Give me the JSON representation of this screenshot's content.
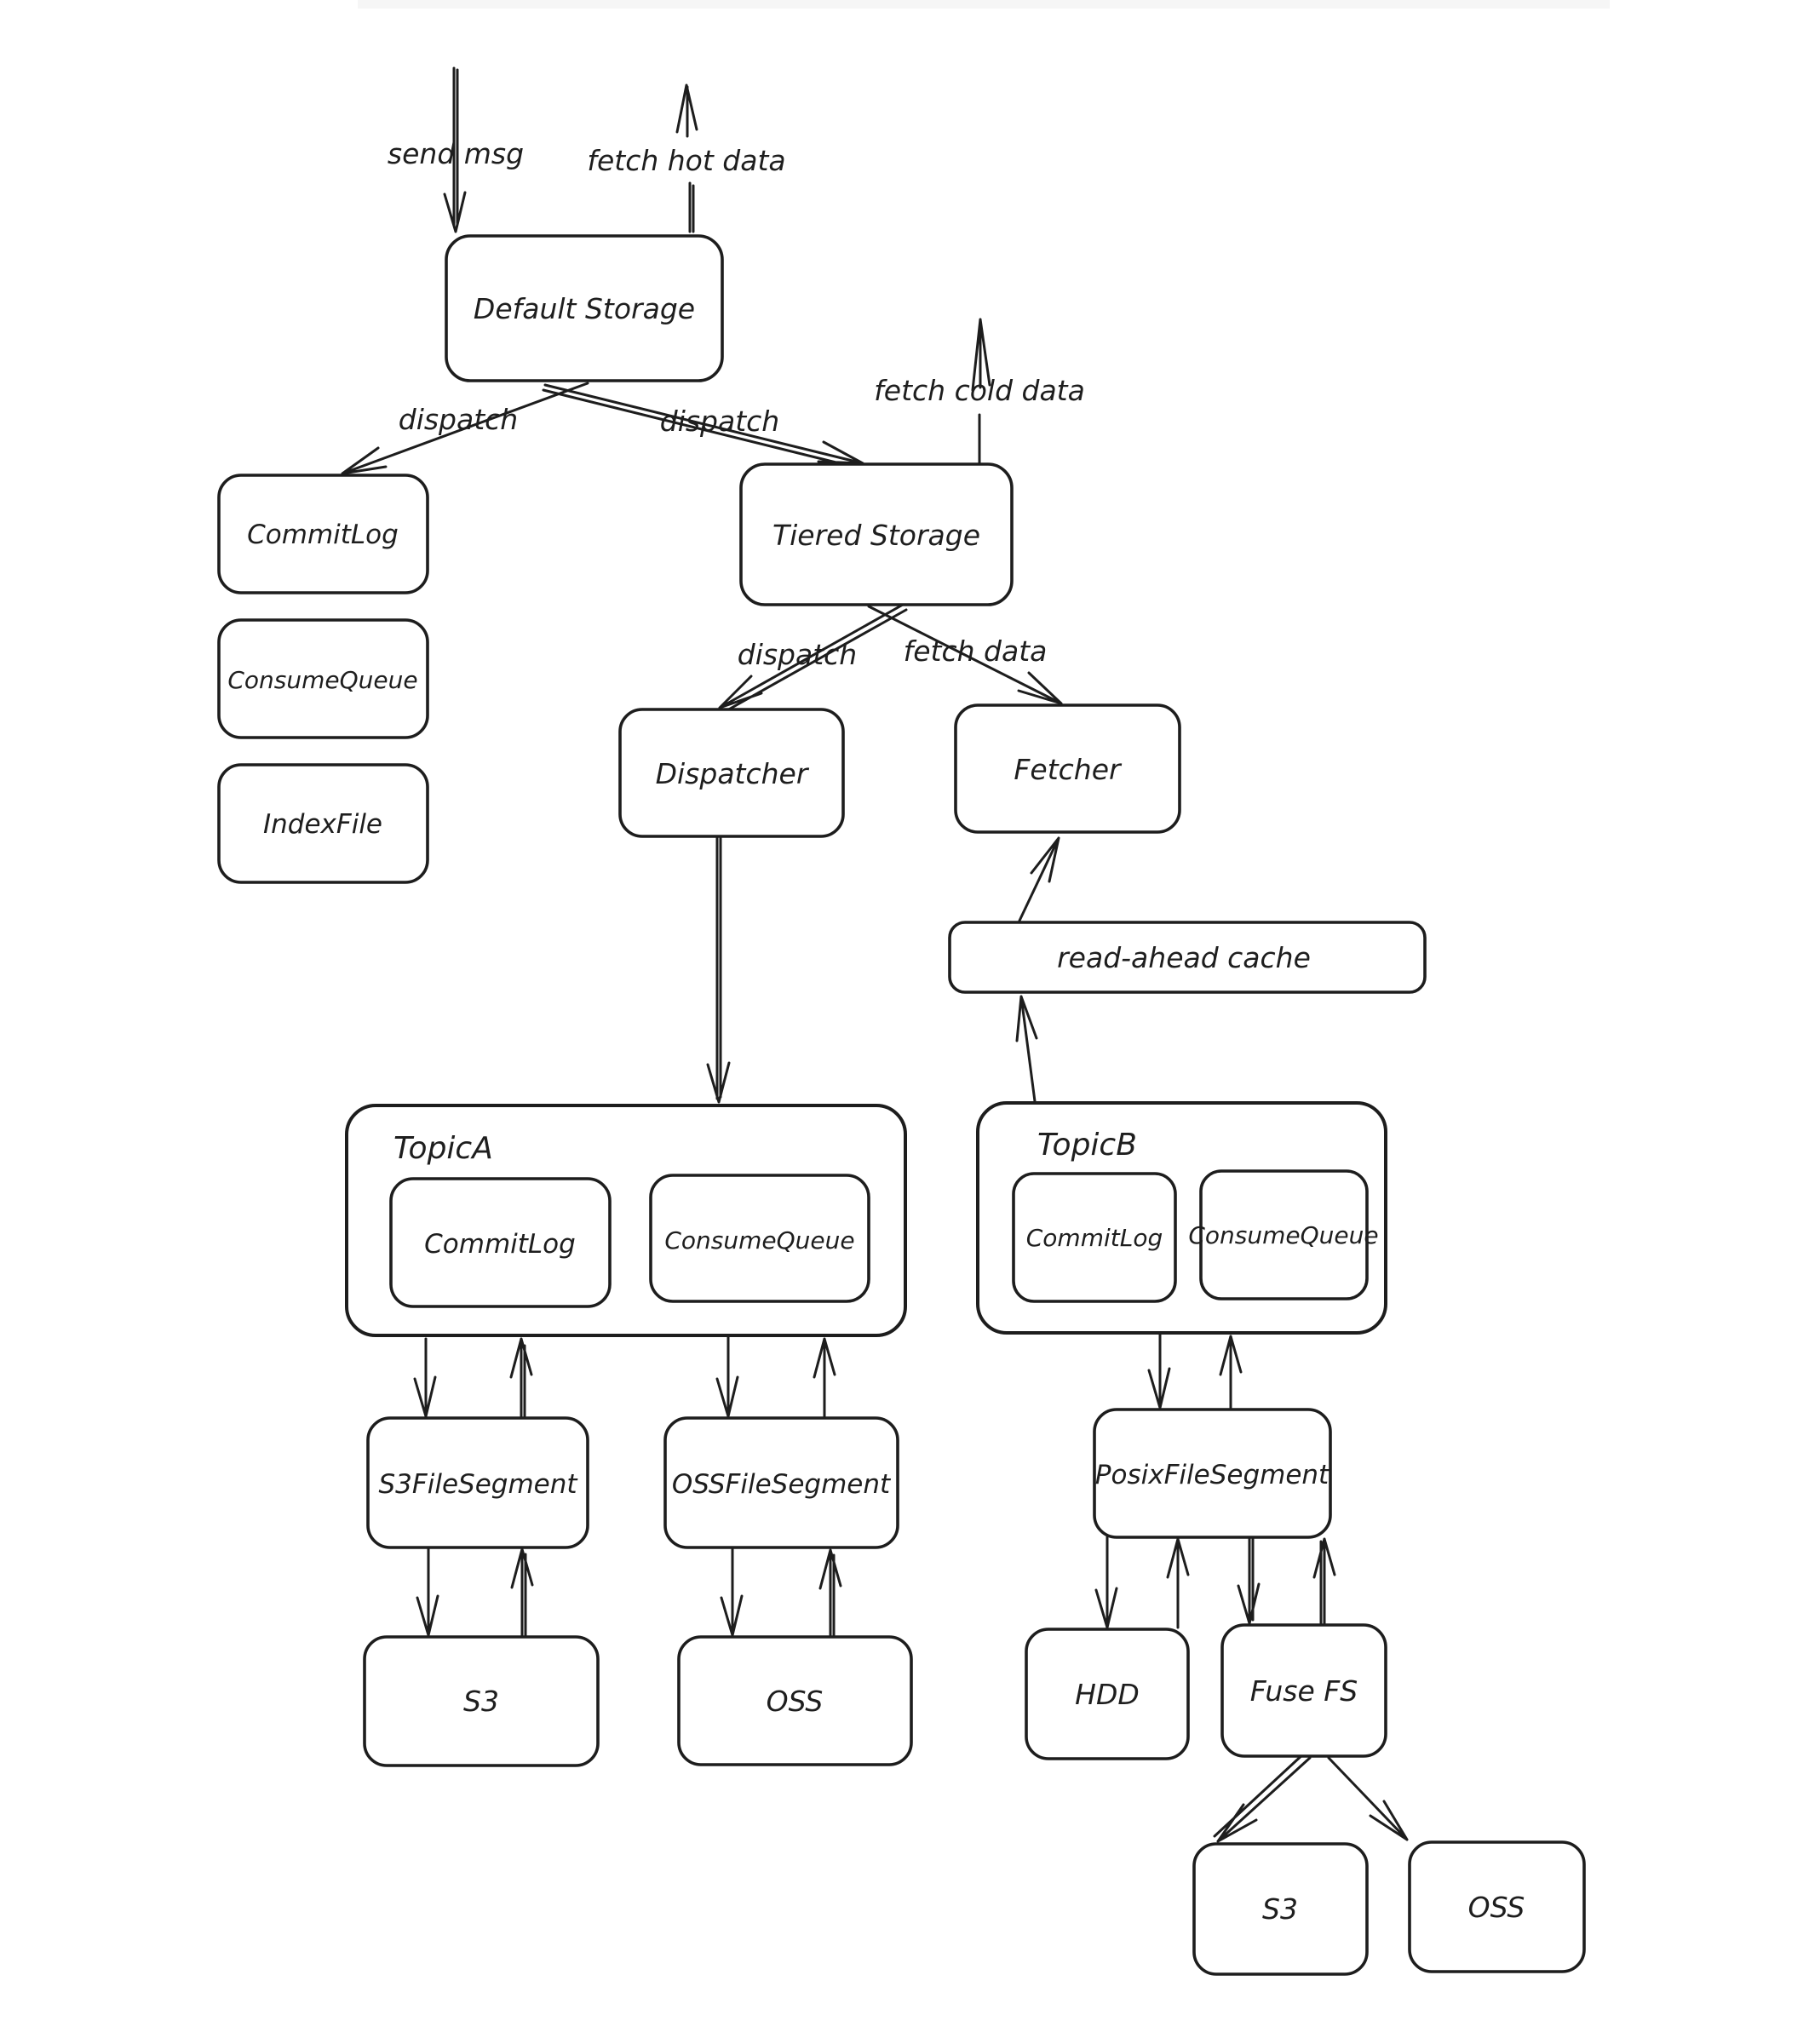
{
  "diagram": {
    "nodes": {
      "default_storage": {
        "label": "Default Storage"
      },
      "commitlog_left": {
        "label": "CommitLog"
      },
      "consumequeue_left": {
        "label": "ConsumeQueue"
      },
      "indexfile_left": {
        "label": "IndexFile"
      },
      "tiered_storage": {
        "label": "Tiered Storage"
      },
      "dispatcher": {
        "label": "Dispatcher"
      },
      "fetcher": {
        "label": "Fetcher"
      },
      "read_ahead_cache": {
        "label": "read-ahead cache"
      },
      "topic_a": {
        "label": "TopicA"
      },
      "topic_a_commitlog": {
        "label": "CommitLog"
      },
      "topic_a_consumequeue": {
        "label": "ConsumeQueue"
      },
      "topic_b": {
        "label": "TopicB"
      },
      "topic_b_commitlog": {
        "label": "CommitLog"
      },
      "topic_b_consumequeue": {
        "label": "ConsumeQueue"
      },
      "s3_file_segment": {
        "label": "S3FileSegment"
      },
      "oss_file_segment": {
        "label": "OSSFileSegment"
      },
      "posix_file_segment": {
        "label": "PosixFileSegment"
      },
      "hdd": {
        "label": "HDD"
      },
      "fuse_fs": {
        "label": "Fuse FS"
      },
      "s3_left": {
        "label": "S3"
      },
      "oss_left": {
        "label": "OSS"
      },
      "s3_bottom": {
        "label": "S3"
      },
      "oss_bottom": {
        "label": "OSS"
      }
    },
    "edge_labels": {
      "send_msg": "send msg",
      "fetch_hot_data": "fetch hot data",
      "dispatch_left": "dispatch",
      "dispatch_right": "dispatch",
      "fetch_cold_data": "fetch cold data",
      "dispatch_tiered": "dispatch",
      "fetch_data": "fetch data"
    },
    "colors": {
      "stroke": "#1d1d1d",
      "background": "#ffffff"
    }
  }
}
